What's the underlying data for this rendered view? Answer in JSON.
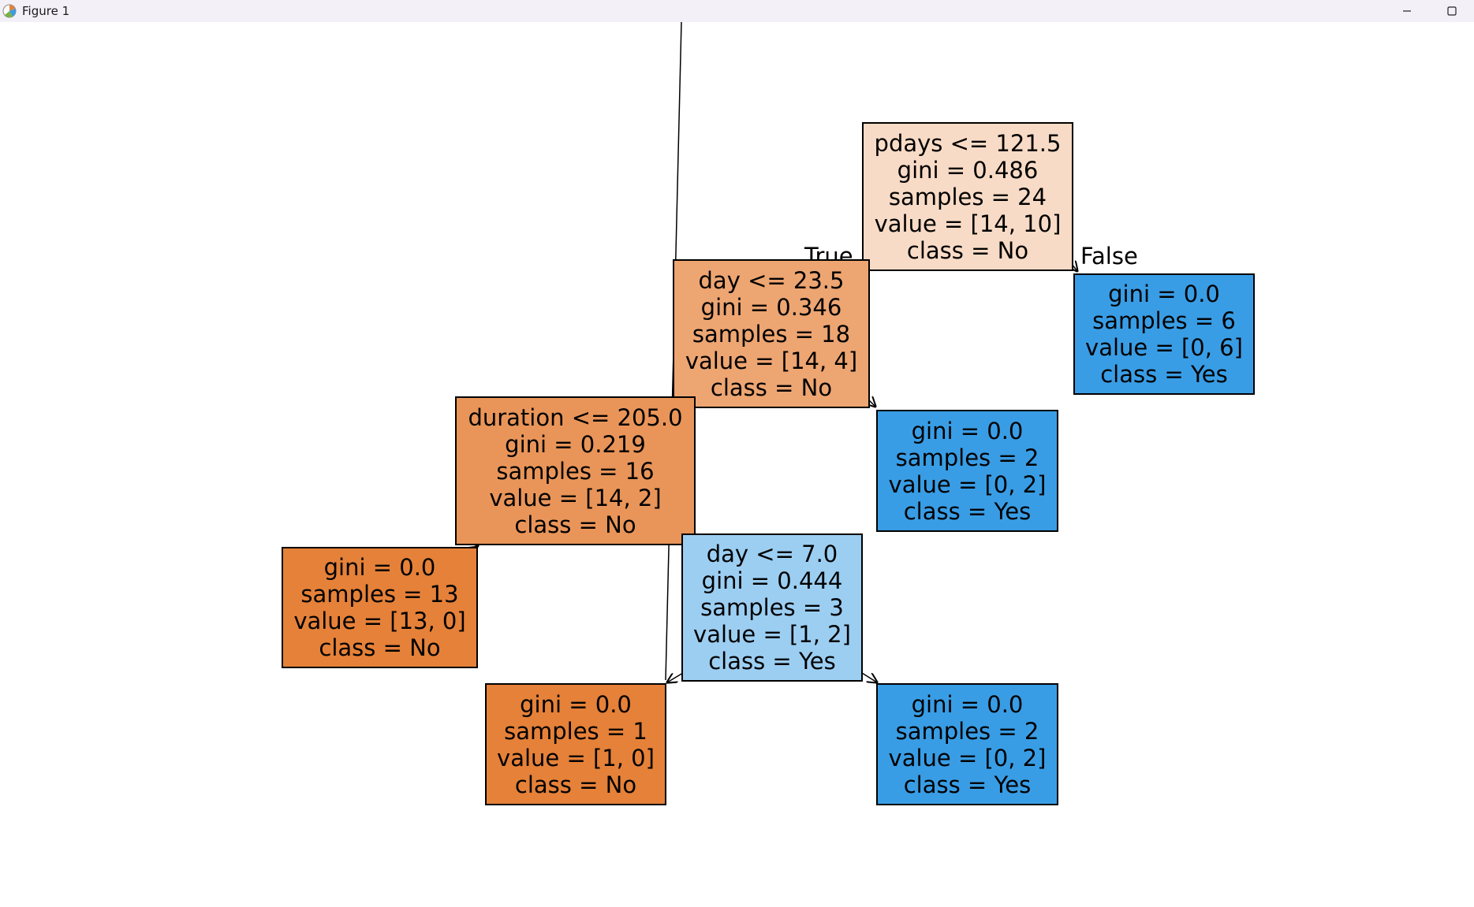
{
  "window": {
    "title": "Figure 1",
    "icons": {
      "app": "matplotlib-figure-icon",
      "minimize": "minimize-icon",
      "maximize": "maximize-icon"
    }
  },
  "edge_labels": {
    "true_label": "True",
    "false_label": "False"
  },
  "colors": {
    "root": "#f8dbc6",
    "node_day_23": "#eda572",
    "node_duration": "#e99559",
    "node_day_7": "#9ccef2",
    "leaf_no": "#e58139",
    "leaf_yes": "#399de5",
    "border": "#000000"
  },
  "tree": {
    "root": {
      "lines": [
        "pdays <= 121.5",
        "gini = 0.486",
        "samples = 24",
        "value = [14, 10]",
        "class = No"
      ]
    },
    "day_23": {
      "lines": [
        "day <= 23.5",
        "gini = 0.346",
        "samples = 18",
        "value = [14, 4]",
        "class = No"
      ]
    },
    "leaf_6": {
      "lines": [
        "gini = 0.0",
        "samples = 6",
        "value = [0, 6]",
        "class = Yes"
      ]
    },
    "duration": {
      "lines": [
        "duration <= 205.0",
        "gini = 0.219",
        "samples = 16",
        "value = [14, 2]",
        "class = No"
      ]
    },
    "leaf_2a": {
      "lines": [
        "gini = 0.0",
        "samples = 2",
        "value = [0, 2]",
        "class = Yes"
      ]
    },
    "leaf_13": {
      "lines": [
        "gini = 0.0",
        "samples = 13",
        "value = [13, 0]",
        "class = No"
      ]
    },
    "day_7": {
      "lines": [
        "day <= 7.0",
        "gini = 0.444",
        "samples = 3",
        "value = [1, 2]",
        "class = Yes"
      ]
    },
    "leaf_1": {
      "lines": [
        "gini = 0.0",
        "samples = 1",
        "value = [1, 0]",
        "class = No"
      ]
    },
    "leaf_2b": {
      "lines": [
        "gini = 0.0",
        "samples = 2",
        "value = [0, 2]",
        "class = Yes"
      ]
    }
  }
}
